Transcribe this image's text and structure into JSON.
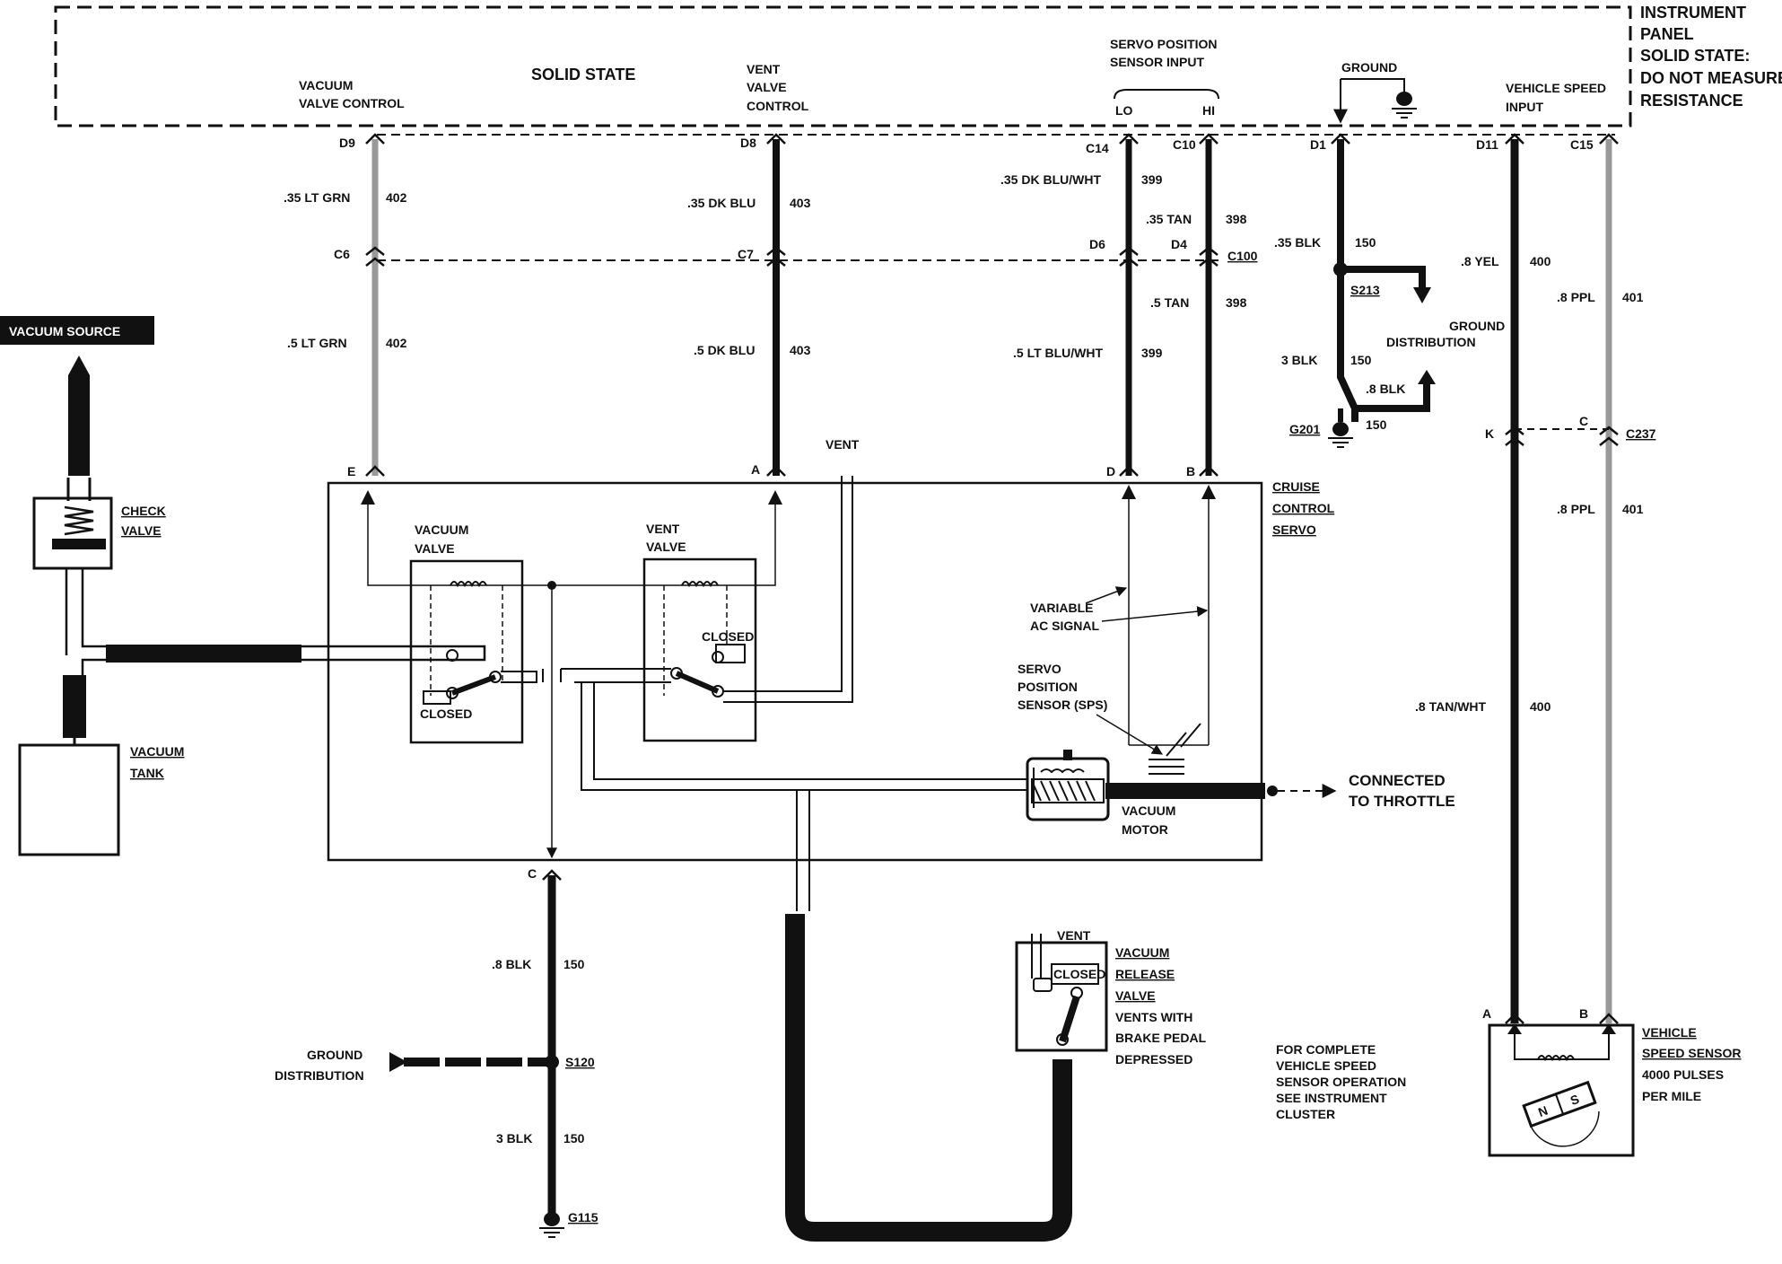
{
  "panel": {
    "title_lines": [
      "INSTRUMENT",
      "PANEL",
      "SOLID STATE:",
      "DO NOT MEASURE",
      "RESISTANCE"
    ],
    "solid_state": "SOLID STATE",
    "vacuum_valve_control": [
      "VACUUM",
      "VALVE CONTROL"
    ],
    "vent_valve_control": [
      "VENT",
      "VALVE",
      "CONTROL"
    ],
    "sps_input": [
      "SERVO POSITION",
      "SENSOR INPUT"
    ],
    "lo": "LO",
    "hi": "HI",
    "ground": "GROUND",
    "vss_input": [
      "VEHICLE SPEED",
      "INPUT"
    ]
  },
  "pins": {
    "d9": "D9",
    "d8": "D8",
    "c14": "C14",
    "c10": "C10",
    "d1": "D1",
    "d11": "D11",
    "c15": "C15",
    "c6": "C6",
    "c7": "C7",
    "d6": "D6",
    "d4": "D4",
    "c100": "C100",
    "e": "E",
    "a": "A",
    "d": "D",
    "b": "B",
    "c": "C",
    "k": "K",
    "c_conn": "C",
    "c237": "C237",
    "vss_a": "A",
    "vss_b": "B"
  },
  "wires": {
    "w402_upper": ".35 LT GRN",
    "w402_lower": ".5 LT GRN",
    "c402": "402",
    "w403_upper": ".35 DK BLU",
    "w403_lower": ".5 DK BLU",
    "c403": "403",
    "w399_upper": ".35 DK BLU/WHT",
    "w399_lower": ".5 LT BLU/WHT",
    "c399": "399",
    "w398_upper": ".35 TAN",
    "w398_lower": ".5 TAN",
    "c398": "398",
    "w150_a": ".35 BLK",
    "w150_b": "3 BLK",
    "w150_c": ".8 BLK",
    "c150": "150",
    "w400_a": ".8 YEL",
    "w400_b": ".8 TAN/WHT",
    "c400": "400",
    "w401": ".8 PPL",
    "c401": "401",
    "w150_d": ".8 BLK",
    "w150_e": "3 BLK"
  },
  "splices": {
    "s213": "S213",
    "g201": "G201",
    "s120": "S120",
    "g115": "G115"
  },
  "labels": {
    "ground_distribution": [
      "GROUND",
      "DISTRIBUTION"
    ],
    "vacuum_source": "VACUUM SOURCE",
    "check_valve": [
      "CHECK",
      "VALVE"
    ],
    "vacuum_tank": [
      "VACUUM",
      "TANK"
    ],
    "vent": "VENT",
    "cruise_control_servo": [
      "CRUISE",
      "CONTROL",
      "SERVO"
    ],
    "vacuum_valve": [
      "VACUUM",
      "VALVE"
    ],
    "vent_valve": [
      "VENT",
      "VALVE"
    ],
    "closed": "CLOSED",
    "variable_ac_signal": [
      "VARIABLE",
      "AC SIGNAL"
    ],
    "sps": [
      "SERVO",
      "POSITION",
      "SENSOR (SPS)"
    ],
    "vacuum_motor": [
      "VACUUM",
      "MOTOR"
    ],
    "connected_to_throttle": [
      "CONNECTED",
      "TO THROTTLE"
    ],
    "release_vent": "VENT",
    "vacuum_release_valve": [
      "VACUUM",
      "RELEASE",
      "VALVE"
    ],
    "vents_with": [
      "VENTS WITH",
      "BRAKE PEDAL",
      "DEPRESSED"
    ],
    "vss_note": [
      "FOR COMPLETE",
      "VEHICLE SPEED",
      "SENSOR OPERATION",
      "SEE INSTRUMENT",
      "CLUSTER"
    ],
    "vss_title": [
      "VEHICLE",
      "SPEED SENSOR"
    ],
    "vss_pulses": [
      "4000 PULSES",
      "PER MILE"
    ],
    "magnet_n": "N",
    "magnet_s": "S"
  }
}
